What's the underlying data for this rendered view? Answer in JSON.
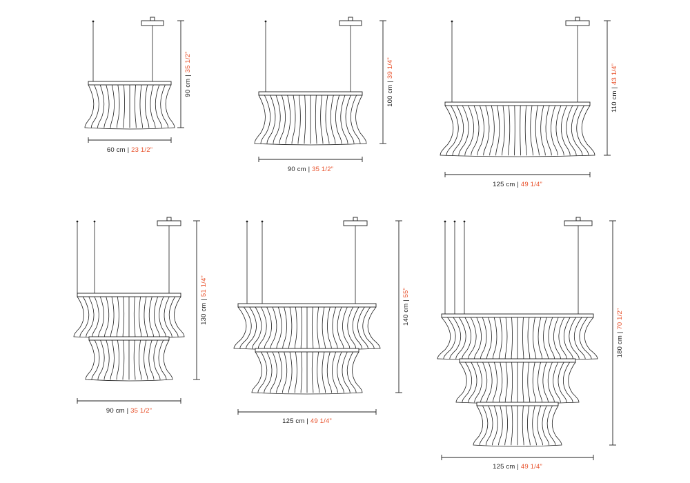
{
  "page": {
    "background": "#ffffff",
    "ink": "#1c1c1c",
    "accent": "#e8502a",
    "separator": " | "
  },
  "lamps": [
    {
      "id": "chandelier-60-single",
      "tiers": 1,
      "width_cm": "60 cm",
      "width_in": "23 1/2”",
      "height_cm": "90 cm",
      "height_in": "35 1/2”"
    },
    {
      "id": "chandelier-90-single",
      "tiers": 1,
      "width_cm": "90 cm",
      "width_in": "35 1/2”",
      "height_cm": "100 cm",
      "height_in": "39 1/4”"
    },
    {
      "id": "chandelier-125-single",
      "tiers": 1,
      "width_cm": "125 cm",
      "width_in": "49 1/4”",
      "height_cm": "110 cm",
      "height_in": "43 1/4”"
    },
    {
      "id": "chandelier-90-double",
      "tiers": 2,
      "width_cm": "90 cm",
      "width_in": "35 1/2”",
      "height_cm": "130 cm",
      "height_in": "51 1/4”"
    },
    {
      "id": "chandelier-125-double",
      "tiers": 2,
      "width_cm": "125 cm",
      "width_in": "49 1/4”",
      "height_cm": "140 cm",
      "height_in": "55”"
    },
    {
      "id": "chandelier-125-triple",
      "tiers": 3,
      "width_cm": "125 cm",
      "width_in": "49 1/4”",
      "height_cm": "180 cm",
      "height_in": "70 1/2”"
    }
  ]
}
